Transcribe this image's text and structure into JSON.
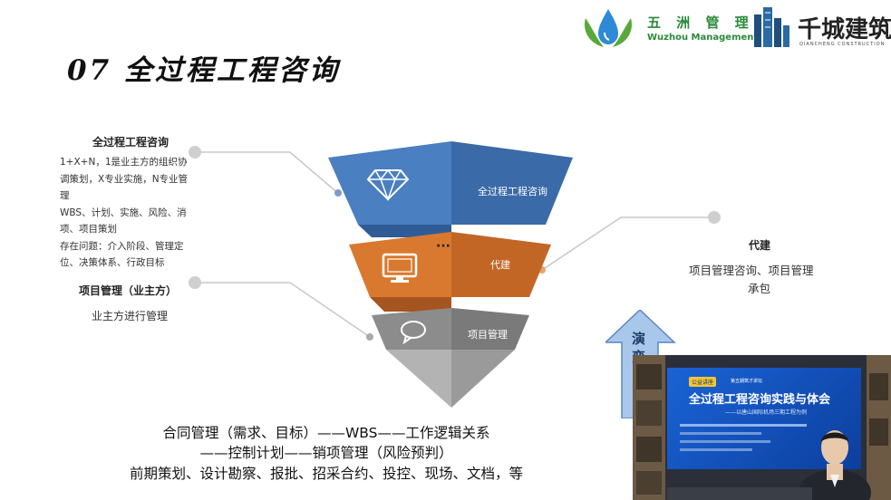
{
  "slide": {
    "title": "07 全过程工程咨询"
  },
  "logos": {
    "wuzhou_cn": "五 洲 管 理",
    "wuzhou_en": "Wuzhou Management",
    "qiancheng_cn": "千城建筑",
    "qiancheng_en": "QIANCHENG CONSTRUCTION"
  },
  "left_block_1": {
    "heading": "全过程工程咨询",
    "lines": [
      "1+X+N，1是业主方的组织协",
      "调策划，X专业实施，N专业管",
      "理",
      "WBS、计划、实施、风险、消",
      "项、项目策划",
      "存在问题：介入阶段、管理定",
      "位、决策体系、行政目标"
    ]
  },
  "left_block_2": {
    "heading": "项目管理（业主方）",
    "text": "业主方进行管理"
  },
  "right_block": {
    "heading": "代建",
    "line1": "项目管理咨询、项目管理",
    "line2": "承包"
  },
  "pyramid": {
    "layers": [
      {
        "label": "全过程工程咨询",
        "icon": "diamond-icon"
      },
      {
        "label": "代建",
        "icon": "monitor-icon"
      },
      {
        "label": "项目管理",
        "icon": "chat-bubble-icon"
      }
    ],
    "dots": "···"
  },
  "arrow": {
    "chars": [
      "演",
      "变"
    ]
  },
  "bottom_text": {
    "line1": "合同管理（需求、目标）——WBS——工作逻辑关系",
    "line2": "——控制计划——销项管理（风险预判）",
    "line3": "前期策划、设计勘察、报批、招采合约、投控、现场、文档，等"
  },
  "video": {
    "tag": "公益讲座",
    "series": "第五期筑才讲坛",
    "title": "全过程工程咨询实践与体会",
    "subtitle": "——以唐山国际机场三期工程为例"
  },
  "colors": {
    "blue": "#4a7fc1",
    "orange": "#d9792f",
    "gray": "#8c8c8c"
  }
}
